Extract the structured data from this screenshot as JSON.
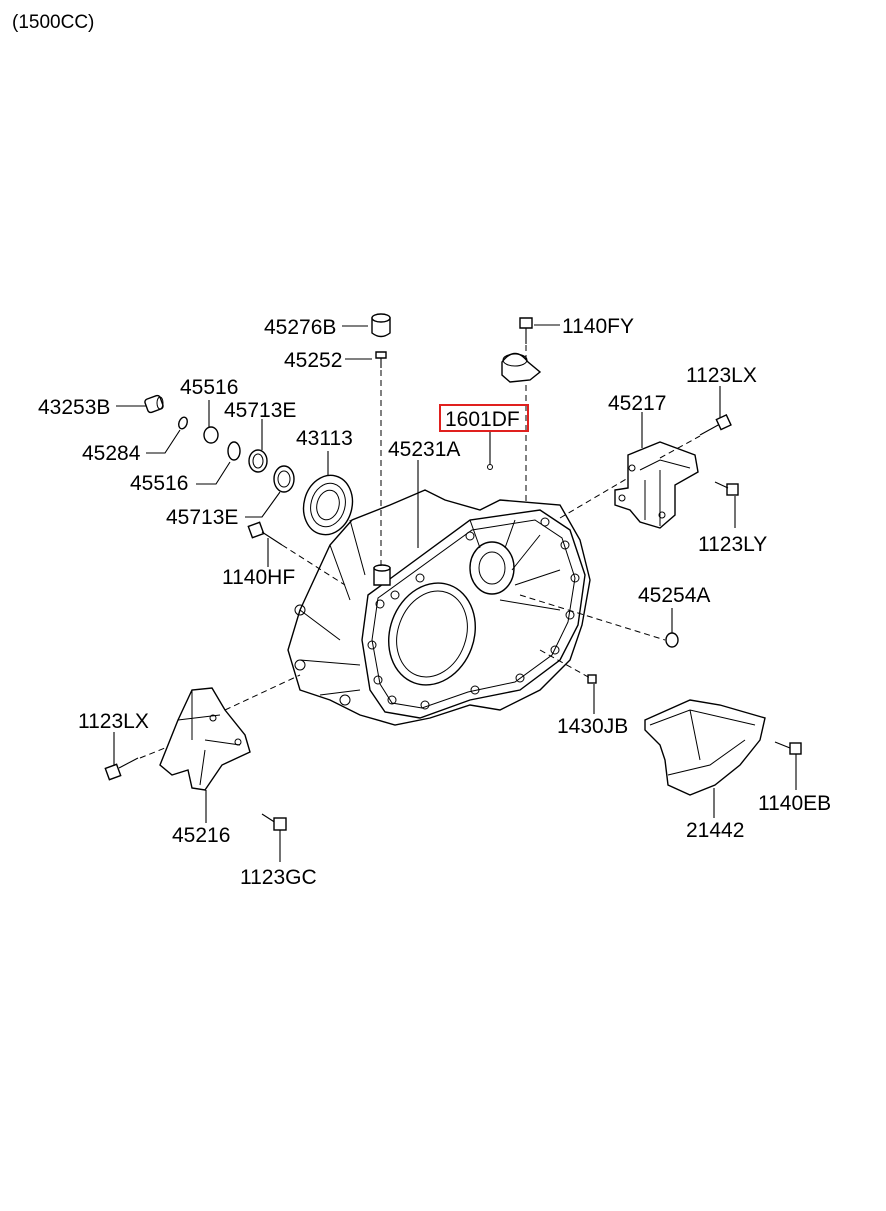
{
  "header": {
    "engine_label": "(1500CC)"
  },
  "highlight_color": "#e0201e",
  "parts": {
    "p45276B": "45276B",
    "p45252": "45252",
    "p1140FY": "1140FY",
    "p43253B": "43253B",
    "p45516_a": "45516",
    "p45713E_a": "45713E",
    "p43113": "43113",
    "p45284": "45284",
    "p45516_b": "45516",
    "p45713E_b": "45713E",
    "p1601DF": "1601DF",
    "p45231A": "45231A",
    "p45217": "45217",
    "p1123LX_a": "1123LX",
    "p1123LY": "1123LY",
    "p1140HF": "1140HF",
    "p45254A": "45254A",
    "p1123LX_b": "1123LX",
    "p1430JB": "1430JB",
    "p45216": "45216",
    "p1123GC": "1123GC",
    "p21442": "21442",
    "p1140EB": "1140EB"
  }
}
